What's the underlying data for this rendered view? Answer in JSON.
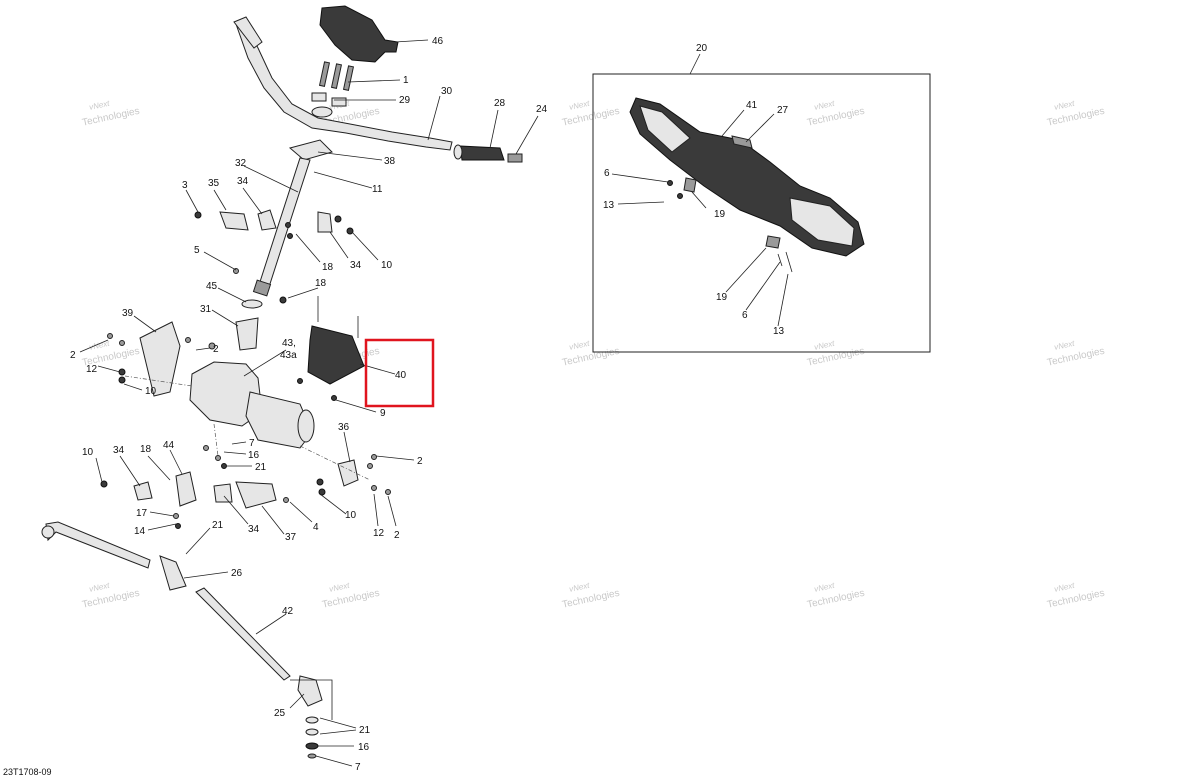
{
  "watermark": {
    "line1": "vNext",
    "line2": "Technologies"
  },
  "drawing_ref": "23T1708-09",
  "highlight_color": "#e0141e",
  "labels": {
    "l46": "46",
    "l1": "1",
    "l29": "29",
    "l30": "30",
    "l28": "28",
    "l24": "24",
    "l38": "38",
    "l11": "11",
    "l32": "32",
    "l3": "3",
    "l35": "35",
    "l34a": "34",
    "l18a": "18",
    "l34b": "34",
    "l10a": "10",
    "l5": "5",
    "l45": "45",
    "l18b": "18",
    "l31": "31",
    "l39": "39",
    "l2a": "2",
    "l2b": "2",
    "l12a": "12",
    "l10b": "10",
    "l43": "43,",
    "l43a": "43a",
    "l40": "40",
    "l9": "9",
    "l7a": "7",
    "l16a": "16",
    "l21a": "21",
    "l36": "36",
    "l2c": "2",
    "l10c": "10",
    "l34c": "34",
    "l18c": "18",
    "l44": "44",
    "l10d": "10",
    "l17": "17",
    "l14": "14",
    "l21b": "21",
    "l34d": "34",
    "l37": "37",
    "l4": "4",
    "l12b": "12",
    "l2d": "2",
    "l26": "26",
    "l42": "42",
    "l25": "25",
    "l21c": "21",
    "l16b": "16",
    "l7b": "7",
    "l20": "20",
    "l41": "41",
    "l27": "27",
    "l6a": "6",
    "l13a": "13",
    "l19a": "19",
    "l19b": "19",
    "l6b": "6",
    "l13b": "13"
  }
}
